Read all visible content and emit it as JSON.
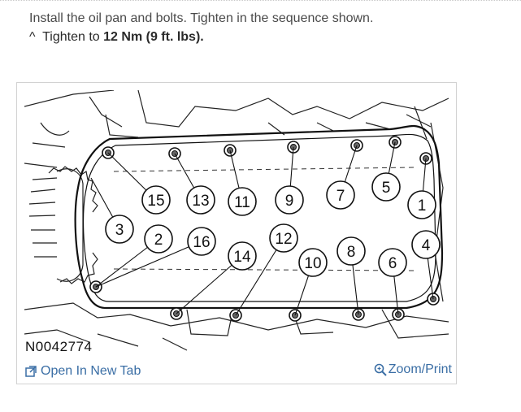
{
  "instructions": {
    "step_text": "Install the oil pan and bolts. Tighten in the sequence shown.",
    "note_marker": "^",
    "note_prefix": "Tighten to",
    "torque": "12 Nm (9 ft. lbs)."
  },
  "figure": {
    "label": "N0042774",
    "bolt_numbers": [
      "1",
      "2",
      "3",
      "4",
      "5",
      "6",
      "7",
      "8",
      "9",
      "10",
      "11",
      "12",
      "13",
      "14",
      "15",
      "16"
    ],
    "open_tab_label": "Open In New Tab",
    "open_tab_icon": "open-new-tab-icon",
    "zoom_label": "Zoom/Print",
    "zoom_icon": "magnifier-icon",
    "link_color": "#3a6ea5"
  }
}
